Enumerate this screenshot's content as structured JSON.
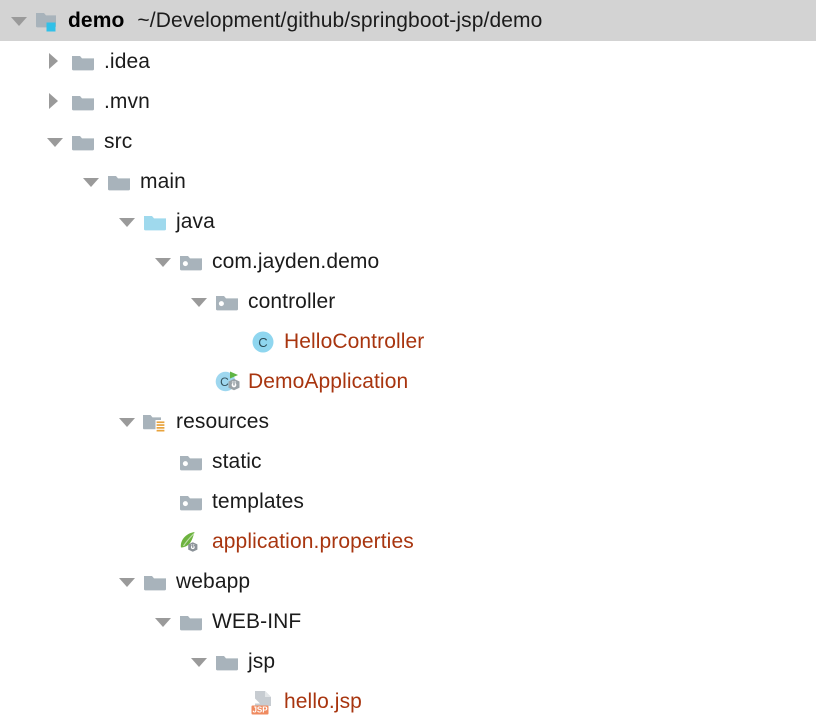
{
  "window": {
    "type": "project-tree",
    "background": "#ffffff",
    "header_background": "#d3d3d3",
    "file_text_color": "#a8350f",
    "folder_text_color": "#1b1b1b",
    "arrow_color": "#9a9a9a"
  },
  "tree": {
    "root": {
      "name": "demo",
      "path": "~/Development/github/springboot-jsp/demo",
      "icon": "module-folder-icon",
      "expanded": true
    },
    "items": [
      {
        "label": ".idea",
        "icon": "folder-icon",
        "depth": 1,
        "twisty": "right",
        "kind": "folder"
      },
      {
        "label": ".mvn",
        "icon": "folder-icon",
        "depth": 1,
        "twisty": "right",
        "kind": "folder"
      },
      {
        "label": "src",
        "icon": "folder-icon",
        "depth": 1,
        "twisty": "down",
        "kind": "folder"
      },
      {
        "label": "main",
        "icon": "folder-icon",
        "depth": 2,
        "twisty": "down",
        "kind": "folder"
      },
      {
        "label": "java",
        "icon": "source-folder-icon",
        "depth": 3,
        "twisty": "down",
        "kind": "source-folder"
      },
      {
        "label": "com.jayden.demo",
        "icon": "package-icon",
        "depth": 4,
        "twisty": "down",
        "kind": "package"
      },
      {
        "label": "controller",
        "icon": "package-icon",
        "depth": 5,
        "twisty": "down",
        "kind": "package"
      },
      {
        "label": "HelloController",
        "icon": "java-class-icon",
        "depth": 6,
        "twisty": "none",
        "kind": "file"
      },
      {
        "label": "DemoApplication",
        "icon": "spring-boot-class-icon",
        "depth": 5,
        "twisty": "none",
        "kind": "file"
      },
      {
        "label": "resources",
        "icon": "resources-folder-icon",
        "depth": 3,
        "twisty": "down",
        "kind": "resource-folder"
      },
      {
        "label": "static",
        "icon": "package-icon",
        "depth": 4,
        "twisty": "none",
        "kind": "folder"
      },
      {
        "label": "templates",
        "icon": "package-icon",
        "depth": 4,
        "twisty": "none",
        "kind": "folder"
      },
      {
        "label": "application.properties",
        "icon": "spring-properties-icon",
        "depth": 4,
        "twisty": "none",
        "kind": "file"
      },
      {
        "label": "webapp",
        "icon": "folder-icon",
        "depth": 3,
        "twisty": "down",
        "kind": "folder"
      },
      {
        "label": "WEB-INF",
        "icon": "folder-icon",
        "depth": 4,
        "twisty": "down",
        "kind": "folder"
      },
      {
        "label": "jsp",
        "icon": "folder-icon",
        "depth": 5,
        "twisty": "down",
        "kind": "folder"
      },
      {
        "label": "hello.jsp",
        "icon": "jsp-file-icon",
        "badge_text": "JSP",
        "depth": 6,
        "twisty": "none",
        "kind": "file"
      }
    ]
  }
}
